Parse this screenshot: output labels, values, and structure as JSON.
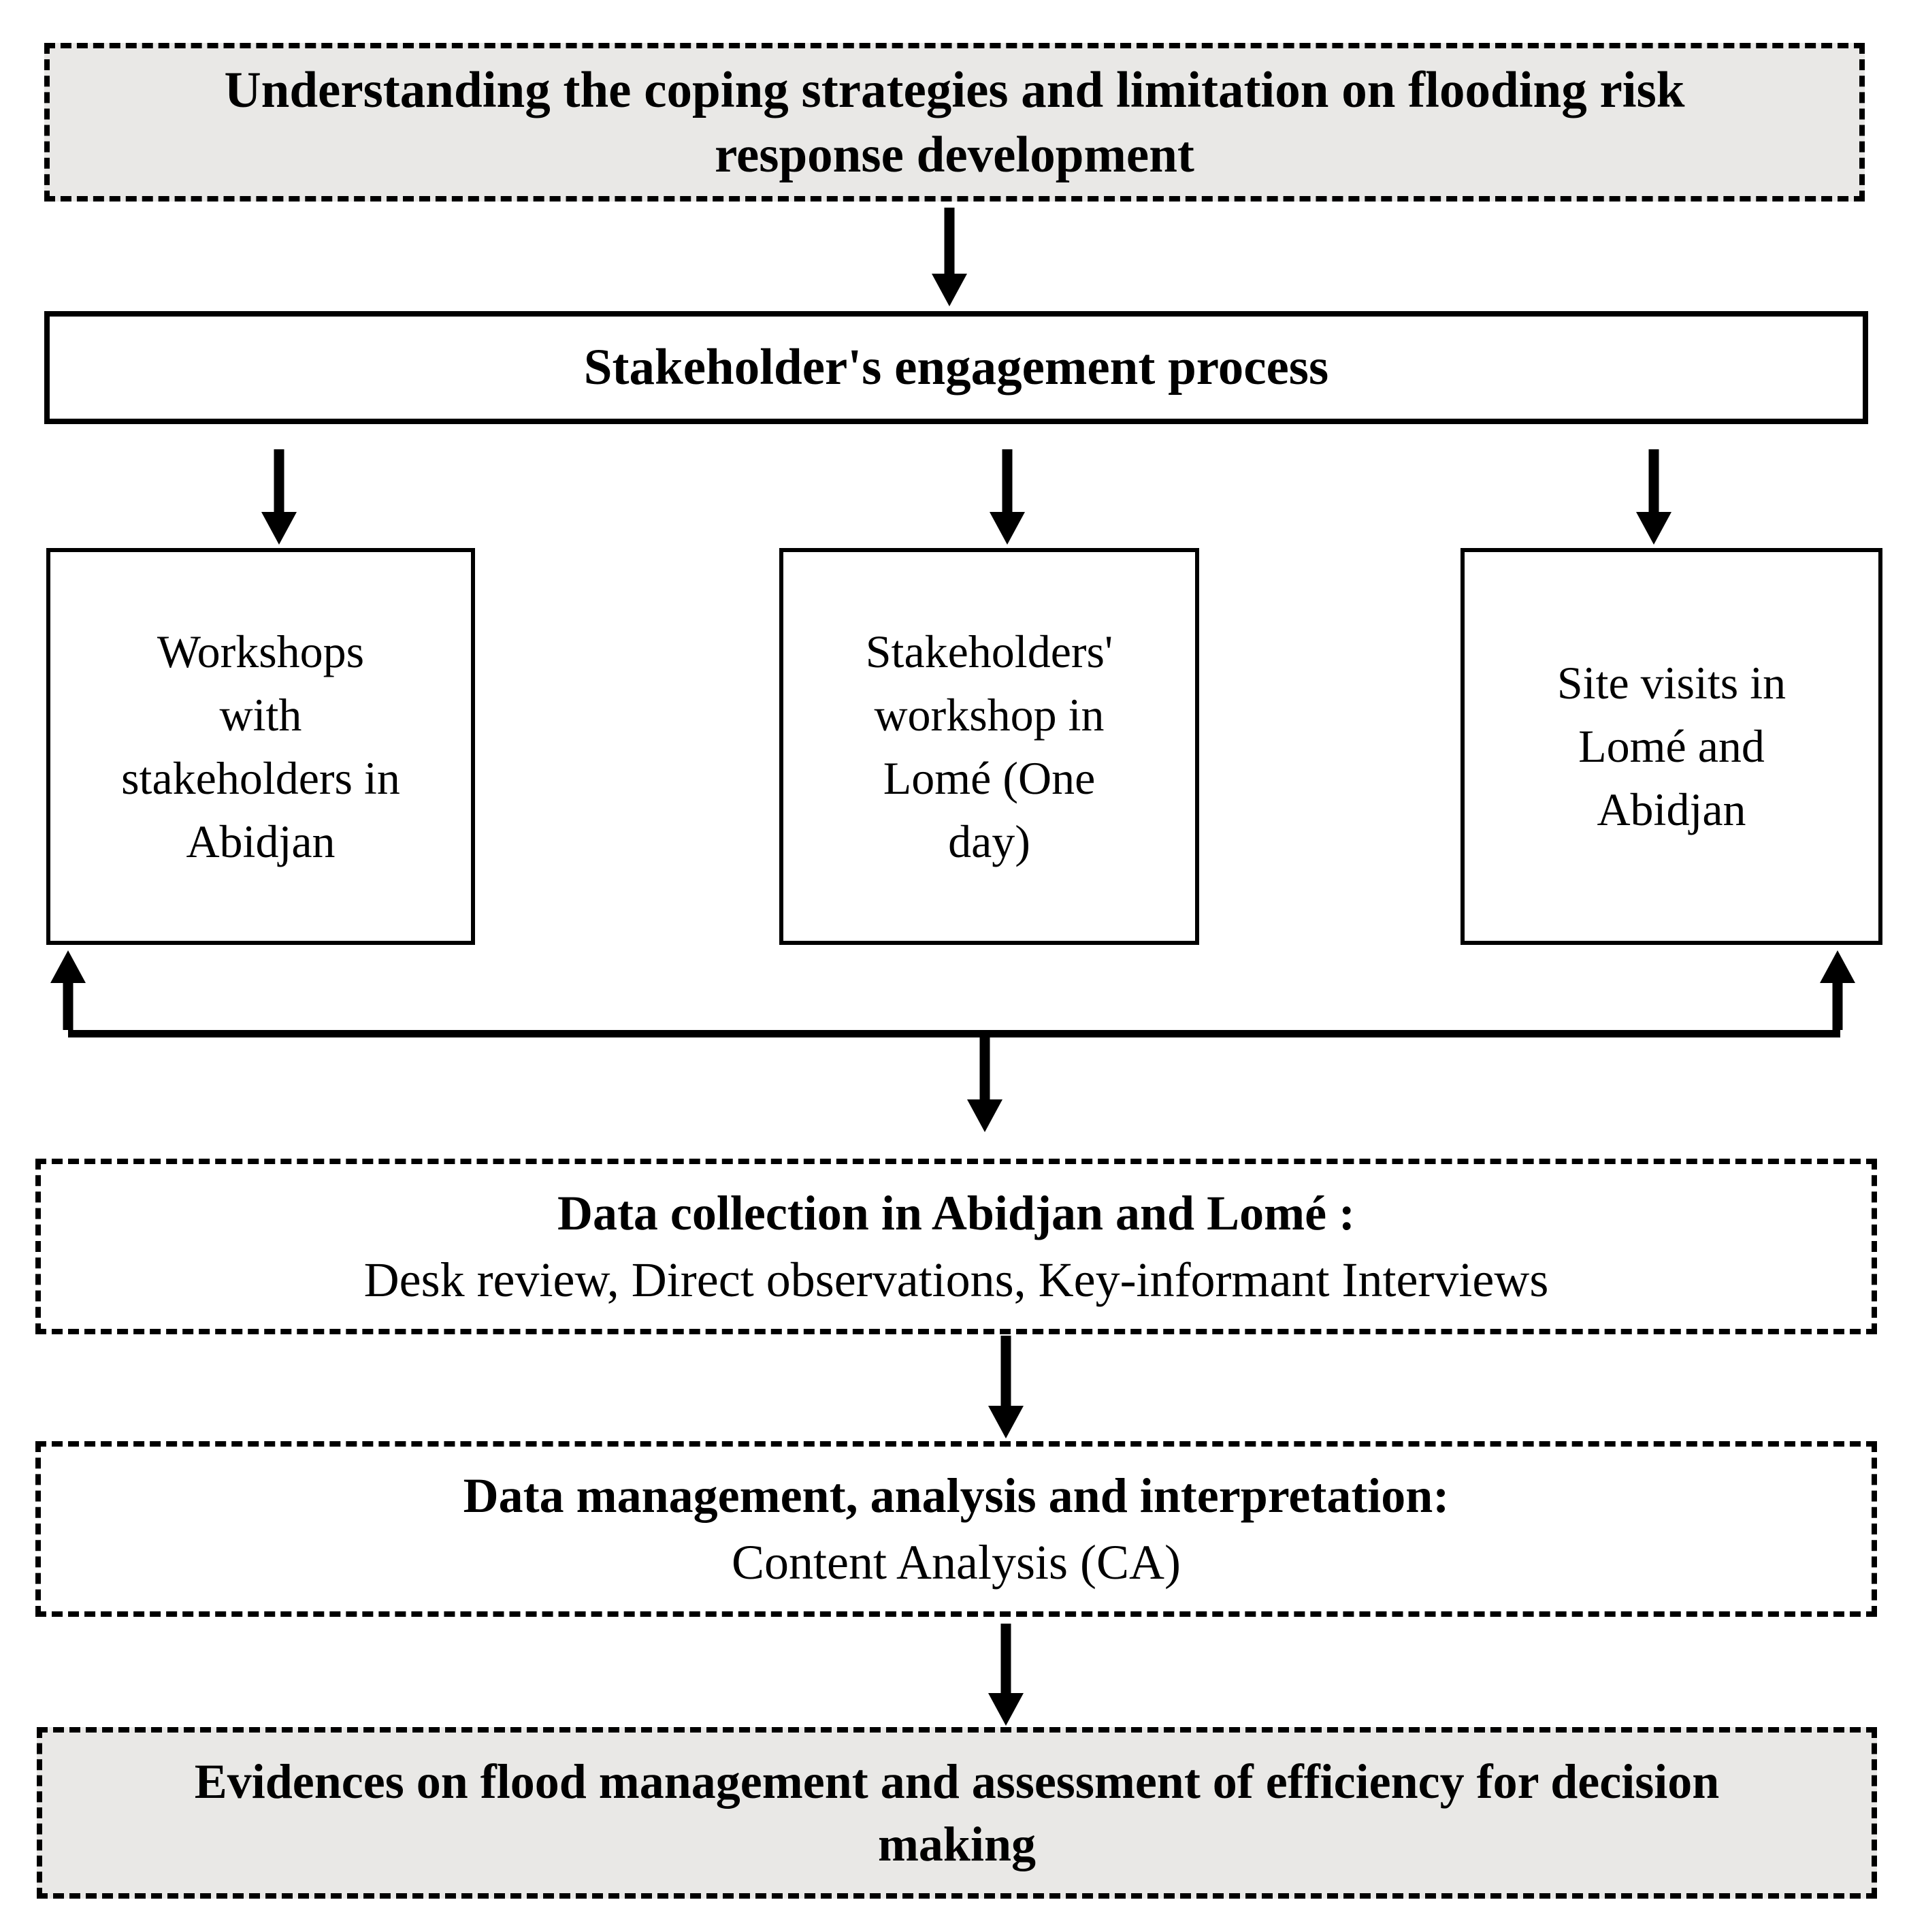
{
  "figure": {
    "background_color": "#ffffff",
    "line_color": "#000000",
    "shaded_fill_color": "#e9e8e6",
    "boxes": {
      "understanding": "Understanding the coping strategies and limitation on flooding risk\nresponse development",
      "engagement": "Stakeholder's engagement process",
      "workshops_abidjan": "Workshops\nwith\nstakeholders in\nAbidjan",
      "workshop_lome": "Stakeholders'\nworkshop in\nLomé (One\nday)",
      "site_visits": "Site visits in\nLomé and\nAbidjan",
      "data_collection_title": "Data collection in Abidjan and Lomé :",
      "data_collection_detail": "Desk review, Direct observations, Key-informant Interviews",
      "data_management_title": "Data management, analysis and interpretation:",
      "data_management_detail": "Content Analysis (CA)",
      "evidence": "Evidences on flood management and assessment of efficiency for decision\nmaking"
    }
  }
}
